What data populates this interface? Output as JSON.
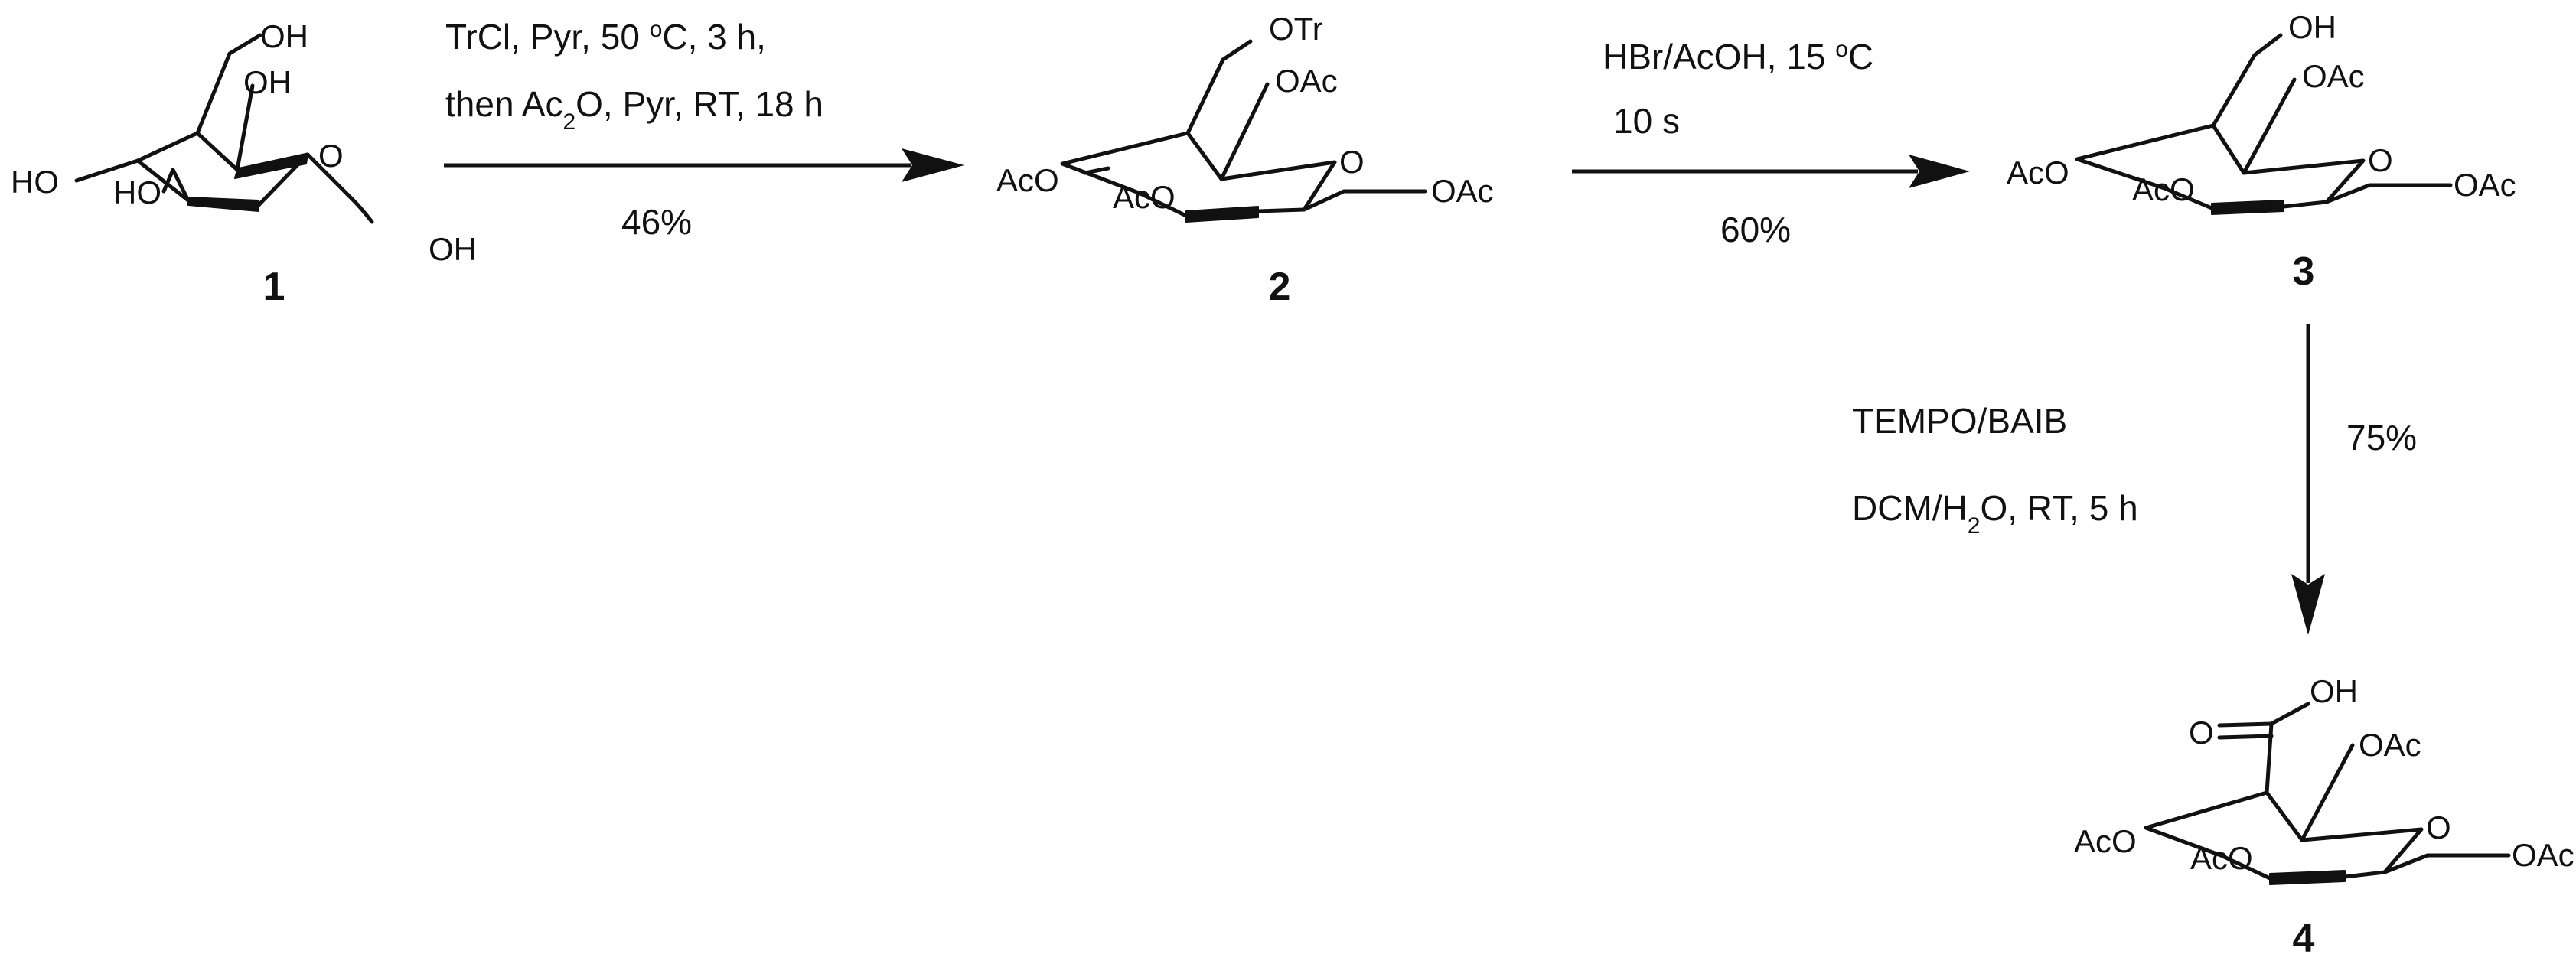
{
  "scheme": {
    "compounds": [
      {
        "number": "1",
        "labels": {
          "oh6": "OH",
          "oh2": "OH",
          "ring_o": "O",
          "oh4": "HO",
          "oh3": "HO",
          "oh1": "OH"
        }
      },
      {
        "number": "2",
        "labels": {
          "sub6": "OTr",
          "sub2": "OAc",
          "ring_o": "O",
          "sub4": "AcO",
          "sub3": "AcO",
          "sub1": "OAc"
        }
      },
      {
        "number": "3",
        "labels": {
          "sub6": "OH",
          "sub2": "OAc",
          "ring_o": "O",
          "sub4": "AcO",
          "sub3": "AcO",
          "sub1": "OAc"
        }
      },
      {
        "number": "4",
        "labels": {
          "acid_oh": "OH",
          "acid_o": "O",
          "sub2": "OAc",
          "ring_o": "O",
          "sub4": "AcO",
          "sub3": "AcO",
          "sub1": "OAc"
        }
      }
    ],
    "steps": [
      {
        "line1_a": "TrCl, Pyr, 50 ",
        "line1_sup": "o",
        "line1_b": "C, 3 h,",
        "line2_a": "then Ac",
        "line2_sub": "2",
        "line2_b": "O, Pyr, RT, 18 h",
        "yield": "46%"
      },
      {
        "line1_a": "HBr/AcOH, 15 ",
        "line1_sup": "o",
        "line1_b": "C",
        "line2": "10 s",
        "yield": "60%"
      },
      {
        "line1": "TEMPO/BAIB",
        "line2_a": "DCM/H",
        "line2_sub": "2",
        "line2_b": "O, RT, 5 h",
        "yield": "75%"
      }
    ]
  }
}
